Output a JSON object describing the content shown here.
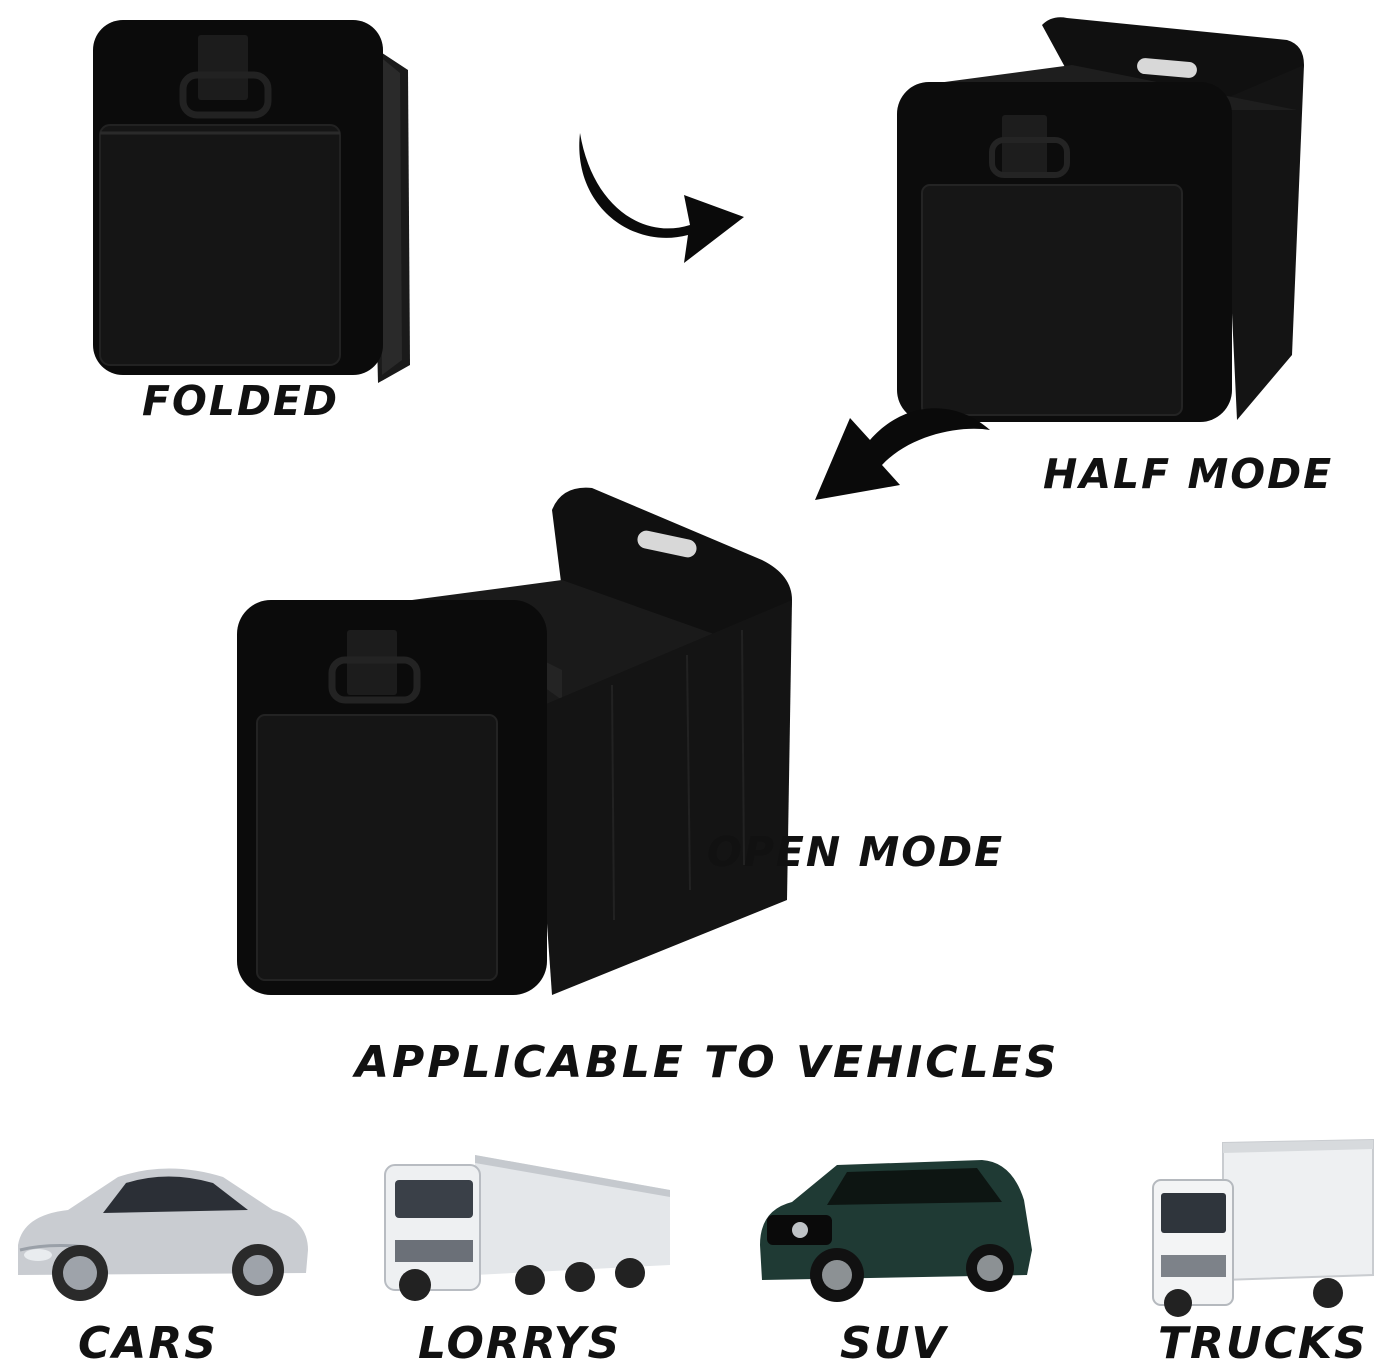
{
  "stages": {
    "folded": "FOLDED",
    "half": "HALF MODE",
    "open": "OPEN MODE"
  },
  "heading": "APPLICABLE TO VEHICLES",
  "vehicles": {
    "cars": "CARS",
    "lorrys": "LORRYS",
    "suv": "SUV",
    "trucks": "TRUCKS"
  },
  "colors": {
    "organizer": "#0d0d0d",
    "text": "#111111",
    "car_silver": "#c9ccd1",
    "suv_dark_green": "#1f3a34",
    "truck_white": "#eef0f2"
  }
}
